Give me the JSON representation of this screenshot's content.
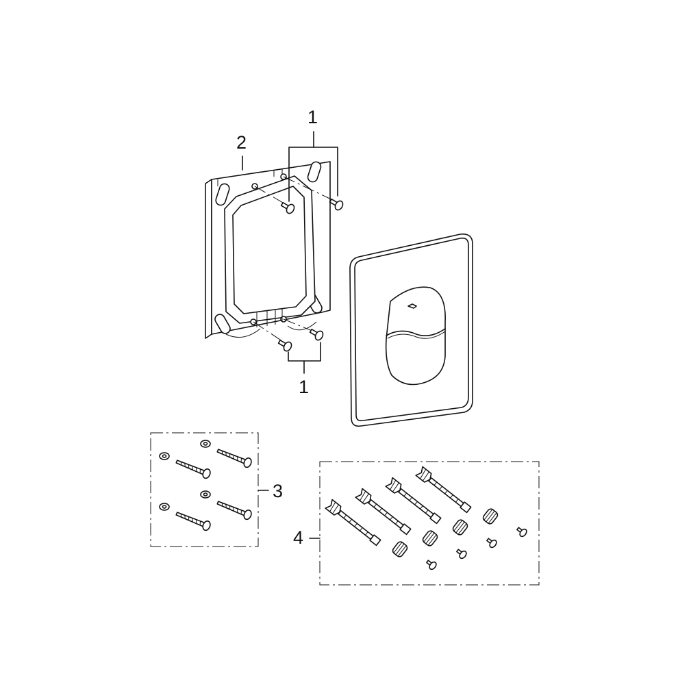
{
  "callouts": {
    "screws_top": "1",
    "frame": "2",
    "screws_bottom": "1",
    "wall_screw_set": "3",
    "mounting_bolt_set": "4"
  }
}
